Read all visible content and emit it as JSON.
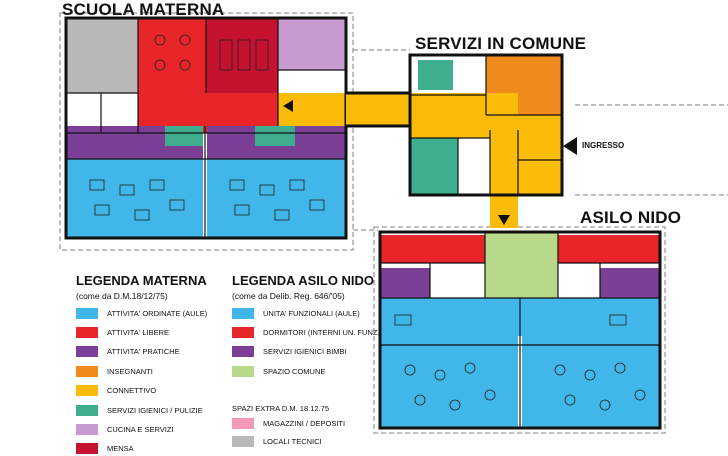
{
  "titles": {
    "scuola_materna": "SCUOLA MATERNA",
    "servizi_in_comune": "SERVIZI IN COMUNE",
    "asilo_nido": "ASILO NIDO",
    "ingresso": "INGRESSO"
  },
  "colors": {
    "attivita_ordinate": "#41b6e8",
    "attivita_libere": "#e8262a",
    "attivita_pratiche": "#7b3f98",
    "insegnanti": "#f08a1c",
    "connettivo": "#fbbc09",
    "servizi_igienici": "#3fae8f",
    "cucina": "#c79ad0",
    "mensa": "#c4122f",
    "spazio_comune": "#b8d98a",
    "magazzini": "#f49ab5",
    "locali_tecnici": "#b9b9b9"
  },
  "legend_materna": {
    "title": "LEGENDA MATERNA",
    "subtitle": "(come da D.M.18/12/75)",
    "items": [
      {
        "label": "ATTIVITA' ORDINATE (AULE)",
        "color": "#41b6e8"
      },
      {
        "label": "ATTIVITA' LIBERE",
        "color": "#e8262a"
      },
      {
        "label": "ATTIVITA' PRATICHE",
        "color": "#7b3f98"
      },
      {
        "label": "INSEGNANTI",
        "color": "#f08a1c"
      },
      {
        "label": "CONNETTIVO",
        "color": "#fbbc09"
      },
      {
        "label": "SERVIZI IGIENICI / PULIZIE",
        "color": "#3fae8f"
      },
      {
        "label": "CUCINA E SERVIZI",
        "color": "#c79ad0"
      },
      {
        "label": "MENSA",
        "color": "#c4122f"
      }
    ]
  },
  "legend_nido": {
    "title": "LEGENDA ASILO NIDO",
    "subtitle": "(come da Delib. Reg. 646/'05)",
    "items": [
      {
        "label": "UNITA' FUNZIONALI (AULE)",
        "color": "#41b6e8"
      },
      {
        "label": "DORMITORI (INTERNI UN. FUNZ.)",
        "color": "#e8262a"
      },
      {
        "label": "SERVIZI IGIENICI BIMBI",
        "color": "#7b3f98"
      },
      {
        "label": "SPAZIO COMUNE",
        "color": "#b8d98a"
      }
    ]
  },
  "legend_extra": {
    "title": "SPAZI EXTRA D.M. 18.12.75",
    "items": [
      {
        "label": "MAGAZZINI / DEPOSITI",
        "color": "#f49ab5"
      },
      {
        "label": "LOCALI TECNICI",
        "color": "#b9b9b9"
      }
    ]
  }
}
